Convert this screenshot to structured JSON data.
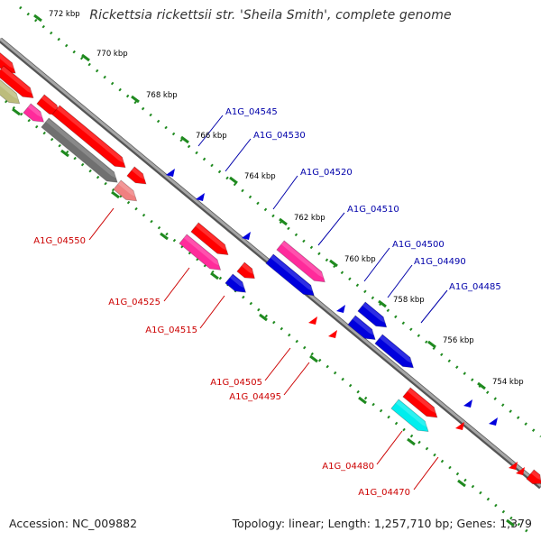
{
  "title": "Rickettsia rickettsii str. 'Sheila Smith', complete genome",
  "accession": "Accession: NC_009882",
  "summary": "Topology: linear; Length: 1,257,710 bp; Genes: 1,379",
  "colors": {
    "backbone": "#808080",
    "ticks": "#1f8a1f",
    "forward_label": "#0000aa",
    "reverse_label": "#cc0000",
    "gene_red": "#ff0000",
    "gene_blue": "#0000dd",
    "gene_pink": "#ff2b9b",
    "gene_gray": "#707070",
    "gene_olive": "#bcbc7c",
    "gene_cyan": "#00eeee",
    "gene_salmon": "#f08080"
  },
  "ticks": [
    "772 kbp",
    "770 kbp",
    "768 kbp",
    "766 kbp",
    "764 kbp",
    "762 kbp",
    "760 kbp",
    "758 kbp",
    "756 kbp",
    "754 kbp"
  ],
  "forward_genes": [
    "A1G_04545",
    "A1G_04530",
    "A1G_04520",
    "A1G_04510",
    "A1G_04500",
    "A1G_04490",
    "A1G_04485"
  ],
  "reverse_genes": [
    "A1G_04550",
    "A1G_04525",
    "A1G_04515",
    "A1G_04505",
    "A1G_04495",
    "A1G_04480",
    "A1G_04470"
  ]
}
